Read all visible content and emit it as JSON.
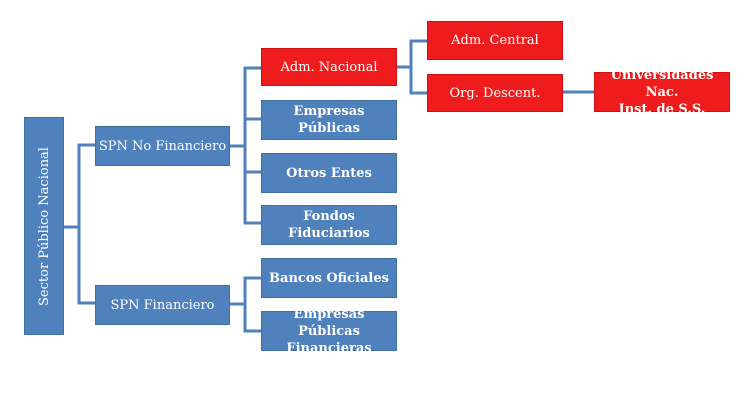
{
  "root": {
    "label": "Sector Público Nacional"
  },
  "spn_no_financiero": {
    "label": "SPN No Financiero",
    "children": {
      "adm_nacional": {
        "label": "Adm. Nacional"
      },
      "empresas_publicas": {
        "label": "Empresas Públicas"
      },
      "otros_entes": {
        "label": "Otros Entes"
      },
      "fondos_fiduciarios": {
        "label": "Fondos Fiduciarios"
      }
    }
  },
  "adm_nacional_children": {
    "adm_central": {
      "label": "Adm. Central"
    },
    "org_descent": {
      "label": "Org. Descent."
    }
  },
  "org_descent_children": {
    "line1": "Universidades Nac.",
    "line2": "Inst. de S.S."
  },
  "spn_financiero": {
    "label": "SPN Financiero",
    "children": {
      "bancos_oficiales": {
        "label": "Bancos Oficiales"
      },
      "empresas_publicas_fin": {
        "line1": "Empresas Públicas",
        "line2": "Financieras"
      }
    }
  },
  "colors": {
    "blue_box": "#4f81bd",
    "red_box": "#ee1c1c",
    "connector": "#4f81bd"
  }
}
